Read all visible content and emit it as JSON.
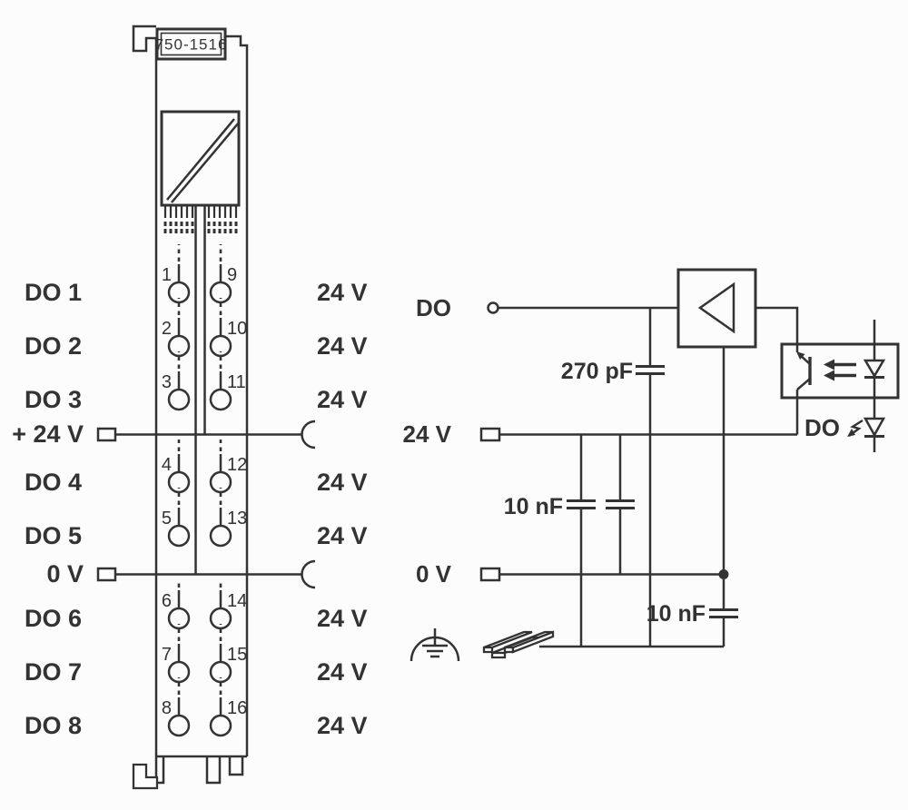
{
  "module": {
    "part_number": "750-1516",
    "channels": [
      {
        "label": "DO 1",
        "left_terminal": "1",
        "right_terminal": "9",
        "right_label": "24 V"
      },
      {
        "label": "DO 2",
        "left_terminal": "2",
        "right_terminal": "10",
        "right_label": "24 V"
      },
      {
        "label": "DO 3",
        "left_terminal": "3",
        "right_terminal": "11",
        "right_label": "24 V"
      },
      {
        "label": "DO 4",
        "left_terminal": "4",
        "right_terminal": "12",
        "right_label": "24 V"
      },
      {
        "label": "DO 5",
        "left_terminal": "5",
        "right_terminal": "13",
        "right_label": "24 V"
      },
      {
        "label": "DO 6",
        "left_terminal": "6",
        "right_terminal": "14",
        "right_label": "24 V"
      },
      {
        "label": "DO 7",
        "left_terminal": "7",
        "right_terminal": "15",
        "right_label": "24 V"
      },
      {
        "label": "DO 8",
        "left_terminal": "8",
        "right_terminal": "16",
        "right_label": "24 V"
      }
    ],
    "power_rows": [
      {
        "label": "+ 24 V"
      },
      {
        "label": "0 V"
      }
    ]
  },
  "schematic": {
    "input_label": "DO",
    "cap_input": "270 pF",
    "rail_24v": "24 V",
    "cap_rail": "10 nF",
    "rail_0v": "0 V",
    "cap_earth": "10 nF",
    "led_label": "DO"
  },
  "colors": {
    "line": "#333333",
    "background": "#fcfcfc"
  }
}
